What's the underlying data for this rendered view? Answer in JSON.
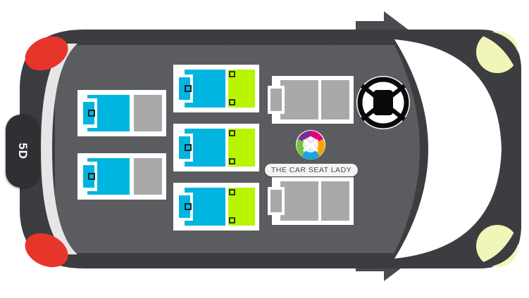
{
  "vehicle": {
    "rear_label": "5D",
    "brand_text": "THE CAR SEAT LADY",
    "body_color": "#5b5c5f",
    "frame_color": "#3c3d40",
    "headlight_color": "#f2f5b8",
    "taillight_color": "#e8352b"
  },
  "seats": {
    "rear_bench_color": "#00b5e0",
    "booster_color": "#b9f400",
    "empty_seat_color": "#a9a9a9",
    "rows": [
      {
        "name": "third-row",
        "seats": [
          "rear-facing",
          "rear-facing"
        ]
      },
      {
        "name": "second-row",
        "seats": [
          "forward-facing",
          "forward-facing",
          "forward-facing"
        ]
      },
      {
        "name": "front-row",
        "seats": [
          "passenger-empty",
          "driver-empty"
        ]
      }
    ]
  },
  "icons": {
    "steering": "steering-wheel-icon",
    "logo": "car-seat-lady-logo"
  }
}
